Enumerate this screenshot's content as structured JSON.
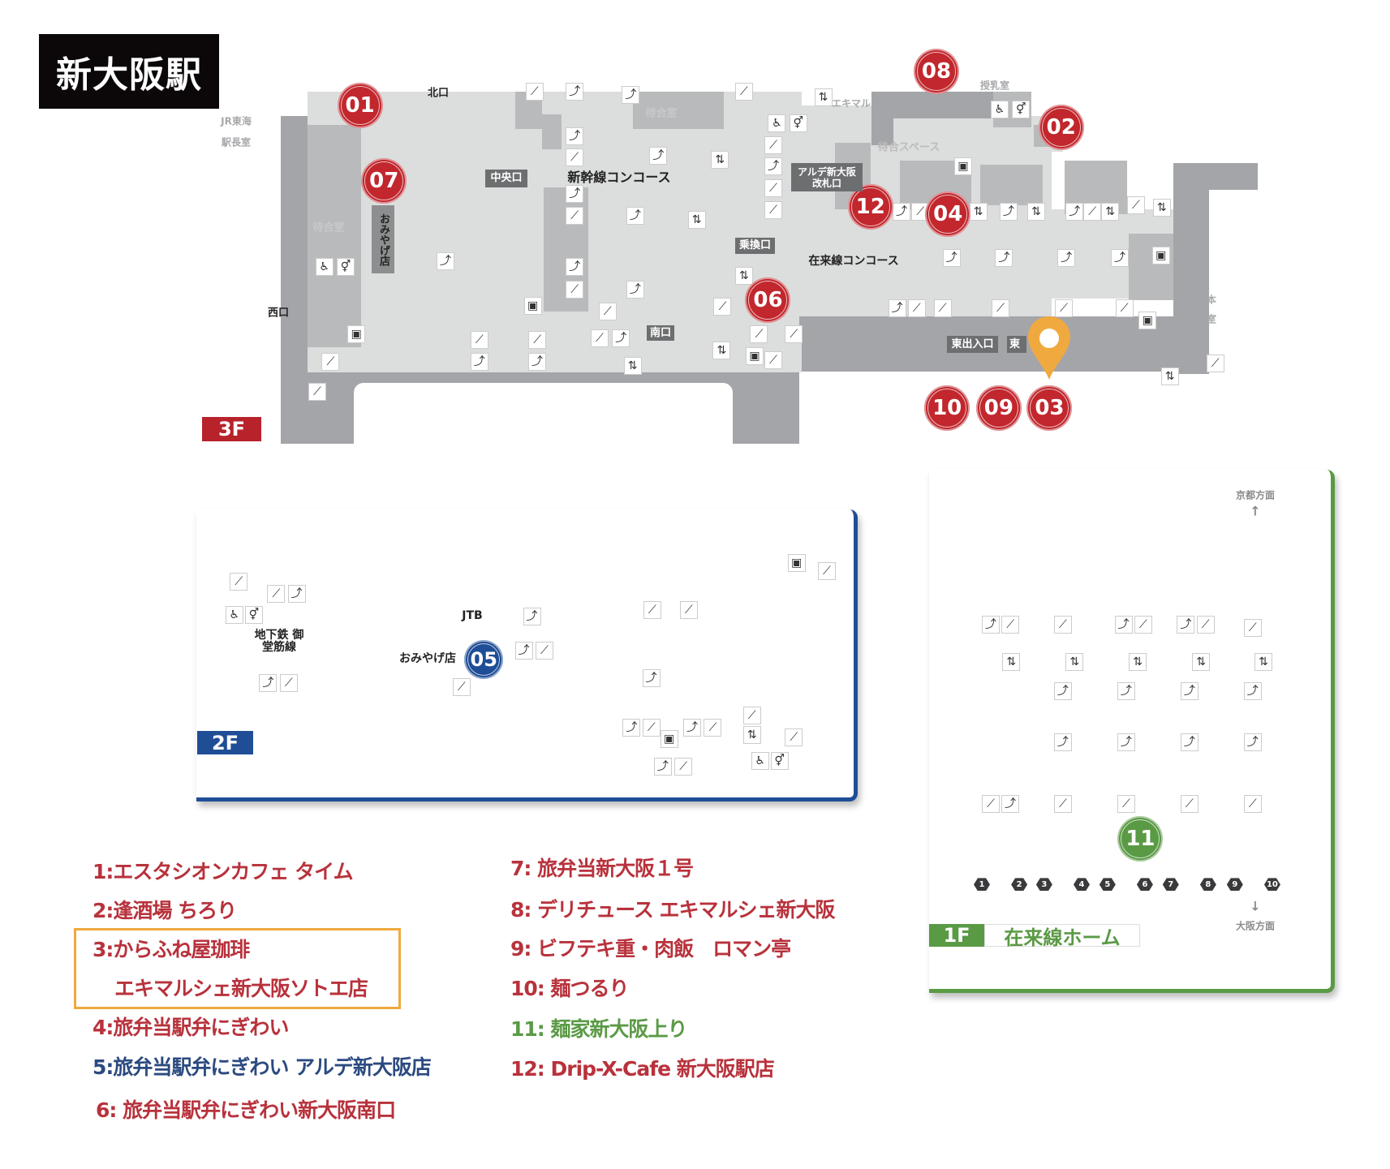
{
  "title": "新大阪駅",
  "floors": {
    "f3": {
      "label": "3F",
      "color": "#b8222b"
    },
    "f2": {
      "label": "2F",
      "color": "#1f4e96"
    },
    "f1": {
      "label": "1F",
      "color": "#5a9a45",
      "subtitle": "在来線ホーム"
    }
  },
  "map3f_labels": {
    "north_exit": "北口",
    "west_exit": "西口",
    "jr_central_1": "JR東海",
    "jr_central_2": "駅長室",
    "central_exit": "中央口",
    "shinkansen_concourse": "新幹線コンコース",
    "waiting_room": "待合室",
    "waiting_room_2": "待合室",
    "transfer_gate": "乗換口",
    "conventional_concourse": "在来線コンコース",
    "alde_gate": "アルデ新大阪 改札口",
    "waiting_space": "待合スペース",
    "nursing_room": "授乳室",
    "ekimaru": "エキマル",
    "south_exit": "南口",
    "east_exit": "東出入口",
    "east_exit_2": "東",
    "souvenir": "おみやげ店",
    "hon": "本",
    "shitsu": "室"
  },
  "map2f_labels": {
    "subway": "地下鉄 御堂筋線",
    "jtb": "JTB",
    "souvenir": "おみやげ店"
  },
  "map1f_labels": {
    "to_kyoto": "京都方面",
    "to_osaka": "大阪方面",
    "arrow_up": "↑",
    "arrow_down": "↓",
    "tracks": [
      "1",
      "2",
      "3",
      "4",
      "5",
      "6",
      "7",
      "8",
      "9",
      "10"
    ]
  },
  "markers": [
    {
      "label": "01",
      "color": "#c1272d"
    },
    {
      "label": "07",
      "color": "#c1272d"
    },
    {
      "label": "08",
      "color": "#c1272d"
    },
    {
      "label": "02",
      "color": "#c1272d"
    },
    {
      "label": "12",
      "color": "#c1272d"
    },
    {
      "label": "04",
      "color": "#c1272d"
    },
    {
      "label": "06",
      "color": "#c1272d"
    },
    {
      "label": "10",
      "color": "#c1272d"
    },
    {
      "label": "09",
      "color": "#c1272d"
    },
    {
      "label": "03",
      "color": "#c1272d"
    },
    {
      "label": "05",
      "color": "#1f4e96"
    },
    {
      "label": "11",
      "color": "#5a9a45"
    }
  ],
  "pin_color": "#f0a93e",
  "legend": {
    "left": [
      {
        "text": "1:エスタシオンカフェ タイム",
        "color": "#b8323c"
      },
      {
        "text": "2:逢酒場 ちろり",
        "color": "#b8323c"
      },
      {
        "text": "3:からふね屋珈琲",
        "color": "#b8323c"
      },
      {
        "text": "エキマルシェ新大阪ソトエ店",
        "color": "#b8323c"
      },
      {
        "text": "4:旅弁当駅弁にぎわい",
        "color": "#b8323c"
      },
      {
        "text": "5:旅弁当駅弁にぎわい アルデ新大阪店",
        "color": "#2b4a80"
      },
      {
        "text": "6: 旅弁当駅弁にぎわい新大阪南口",
        "color": "#b8323c"
      }
    ],
    "right": [
      {
        "text": "7: 旅弁当新大阪１号",
        "color": "#b8323c"
      },
      {
        "text": "8: デリチュース エキマルシェ新大阪",
        "color": "#b8323c"
      },
      {
        "text": "9: ビフテキ重・肉飯　ロマン亭",
        "color": "#b8323c"
      },
      {
        "text": "10: 麺つるり",
        "color": "#b8323c"
      },
      {
        "text": "11: 麺家新大阪上り",
        "color": "#5a9a45"
      },
      {
        "text": "12: Drip-X-Cafe 新大阪駅店",
        "color": "#b8323c"
      }
    ],
    "highlight_color": "#f0a93e"
  }
}
